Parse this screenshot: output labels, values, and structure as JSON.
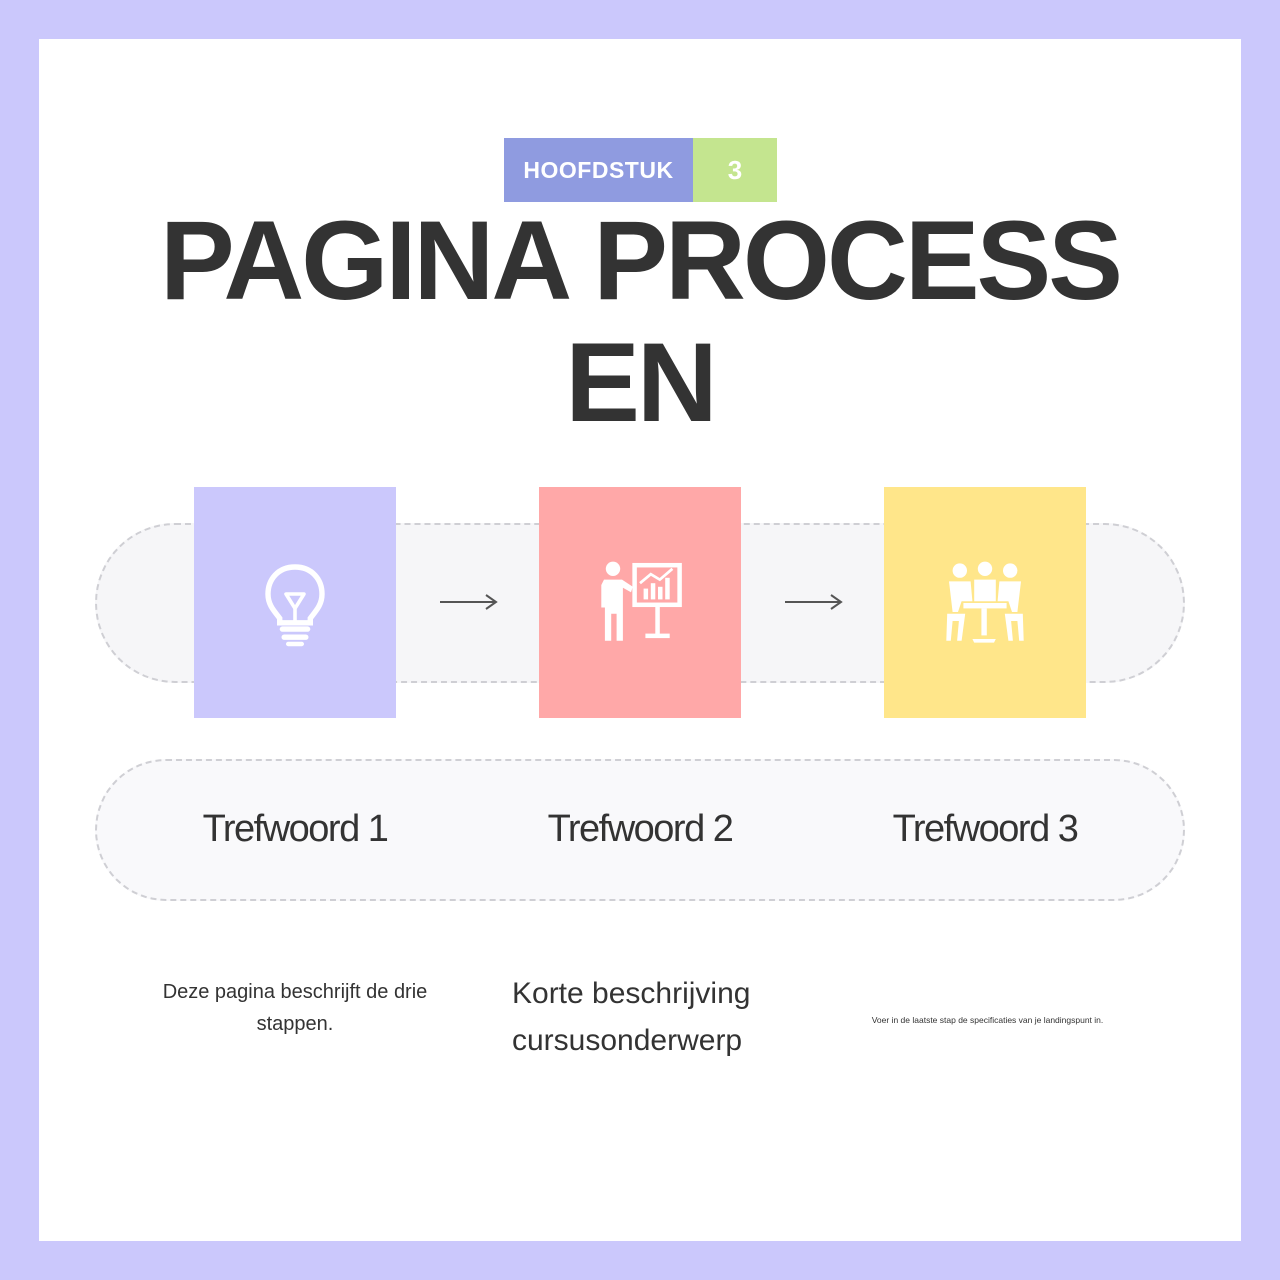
{
  "badge": {
    "label": "HOOFDSTUK",
    "number": "3"
  },
  "title": "PAGINA PROCESS EN",
  "steps": [
    {
      "icon": "lightbulb-icon",
      "color": "#cbc8fc",
      "keyword": "Trefwoord 1"
    },
    {
      "icon": "presentation-icon",
      "color": "#ffa8a8",
      "keyword": "Trefwoord 2"
    },
    {
      "icon": "meeting-icon",
      "color": "#ffe68a",
      "keyword": "Trefwoord 3"
    }
  ],
  "descriptions": {
    "step1": "Deze pagina beschrijft de drie stappen.",
    "step2": "Korte beschrijving cursusonderwerp",
    "step3": "Voer in de laatste stap de specificaties van je landingspunt in."
  },
  "colors": {
    "background": "#cbc8fc",
    "badge_label": "#8f9be0",
    "badge_number": "#c4e58f",
    "text": "#333333"
  }
}
